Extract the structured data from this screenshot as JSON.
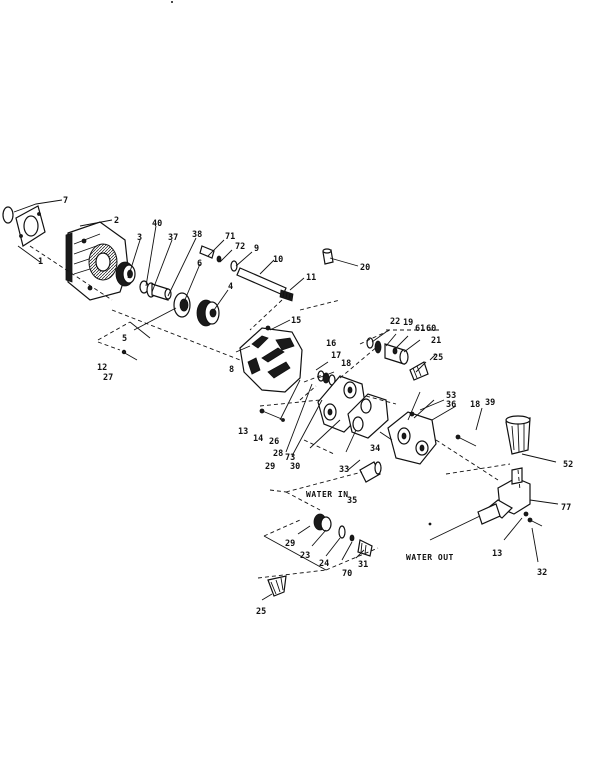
{
  "labels": {
    "p7": "7",
    "p1": "1",
    "p2": "2",
    "p3": "3",
    "p40": "40",
    "p37": "37",
    "p38": "38",
    "p6": "6",
    "p71": "71",
    "p72": "72",
    "p9": "9",
    "p10": "10",
    "p11": "11",
    "p20": "20",
    "p4": "4",
    "p5": "5",
    "p15": "15",
    "p8": "8",
    "p12": "12",
    "p27": "27",
    "p16": "16",
    "p17": "17",
    "p18": "18",
    "p22": "22",
    "p19": "19",
    "p61": "61",
    "p60": "60",
    "p21": "21",
    "p25a": "25",
    "p13": "13",
    "p14": "14",
    "p26": "26",
    "p73": "73",
    "p28": "28",
    "p29": "29",
    "p30": "30",
    "p33": "33",
    "p53": "53",
    "p36": "36",
    "p18b": "18",
    "p39": "39",
    "p34": "34",
    "p52": "52",
    "p35": "35",
    "p77": "77",
    "p29b": "29",
    "p23": "23",
    "p24": "24",
    "p70": "70",
    "p31": "31",
    "p13b": "13",
    "p32": "32",
    "p25b": "25"
  },
  "text": {
    "water_in": "WATER IN",
    "water_out": "WATER OUT"
  }
}
